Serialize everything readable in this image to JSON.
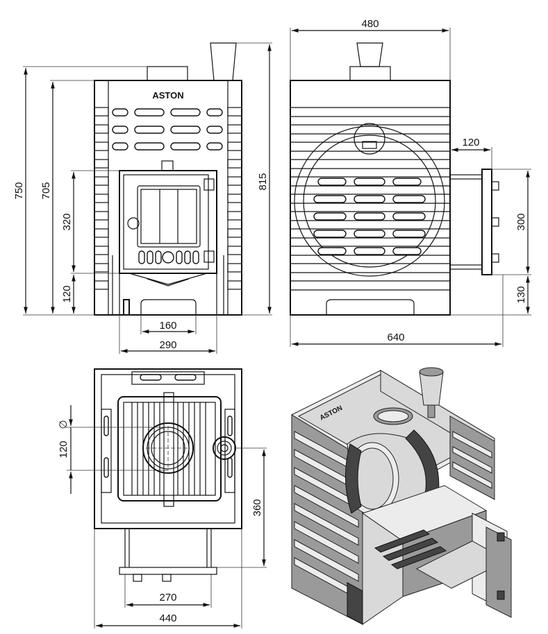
{
  "brand": {
    "front_logo": "ASTON",
    "iso_logo": "ASTON"
  },
  "dimensions": {
    "front": {
      "total_height": "750",
      "body_height": "705",
      "door_height": "320",
      "door_from_floor": "120",
      "base_opening_width": "160",
      "door_width": "290"
    },
    "side": {
      "flue_height": "815",
      "depth_top": "480",
      "tunnel_length": "120",
      "tunnel_height": "300",
      "tunnel_from_floor": "130",
      "total_depth": "640"
    },
    "top": {
      "flue_diameter": "120",
      "flue_offset": "360",
      "base_width": "270",
      "total_width": "440"
    }
  }
}
